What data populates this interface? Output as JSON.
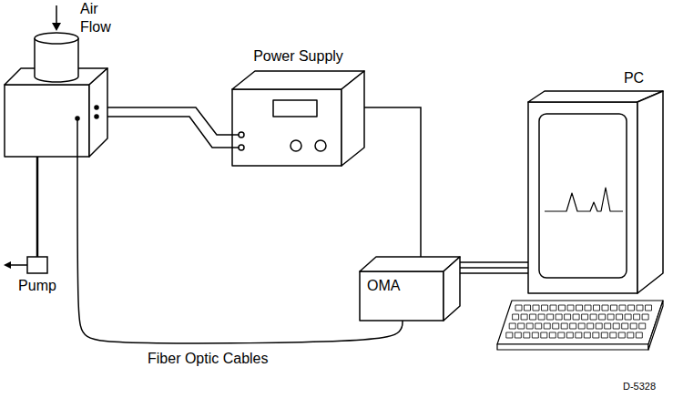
{
  "diagram": {
    "nodes": [
      {
        "text": [
          "Air Flow"
        ]
      },
      {
        "text": [
          "Pump"
        ]
      },
      {
        "text": [
          "Power Supply"
        ]
      },
      {
        "text": [
          "OMA"
        ]
      },
      {
        "text": [
          "PC"
        ]
      }
    ],
    "edges": [
      {
        "from": 0,
        "to": 1,
        "arrow": "none"
      },
      {
        "from": 0,
        "to": 2,
        "arrow": "none"
      },
      {
        "from": 0,
        "to": 2,
        "arrow": "none"
      },
      {
        "from": 2,
        "to": 3,
        "arrow": "none"
      },
      {
        "from": 0,
        "to": 3,
        "label": "Fiber Optic Cables",
        "arrow": "none"
      },
      {
        "from": 3,
        "to": 4,
        "arrow": "none"
      },
      {
        "from": 3,
        "to": 4,
        "arrow": "none"
      },
      {
        "from": 3,
        "to": 4,
        "arrow": "none"
      }
    ],
    "labels": [
      "D-5328"
    ]
  }
}
